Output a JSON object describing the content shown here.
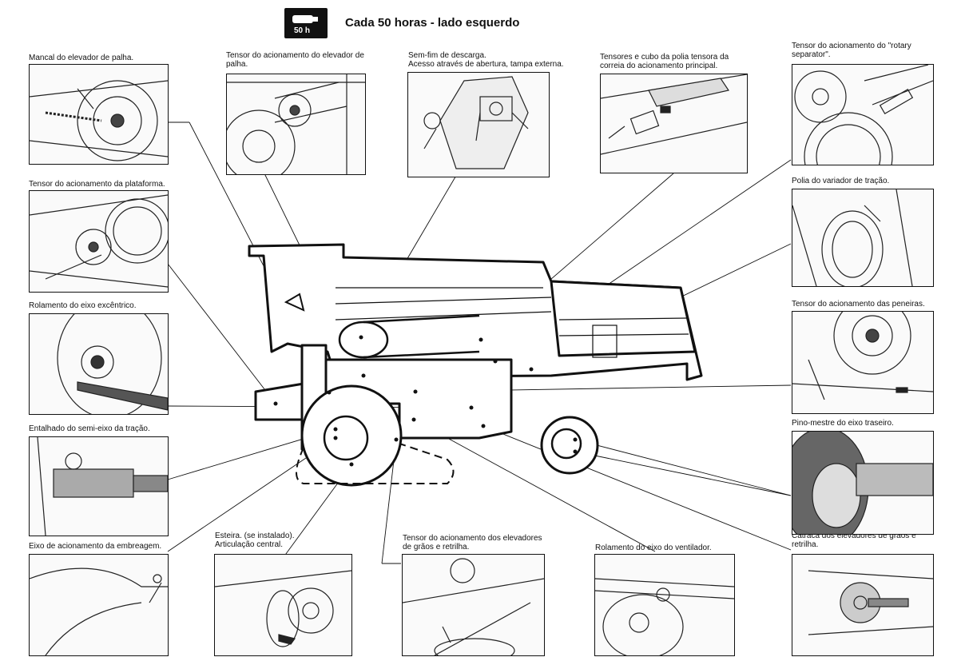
{
  "header": {
    "title": "Cada 50 horas - lado esquerdo",
    "badge_text": "50 h"
  },
  "panels": [
    {
      "id": "mancal",
      "label": "Mancal do elevador de palha."
    },
    {
      "id": "tensor_elev_palha",
      "label": "Tensor do acionamento do elevador de palha."
    },
    {
      "id": "sem_fim",
      "label": "Sem-fim de descarga.\nAcesso através de abertura, tampa externa."
    },
    {
      "id": "tensores_cubo",
      "label": "Tensores e cubo da polia tensora da correia do acionamento principal."
    },
    {
      "id": "rotary",
      "label": "Tensor do acionamento do \"rotary separator\"."
    },
    {
      "id": "plataforma",
      "label": "Tensor do acionamento da plataforma."
    },
    {
      "id": "variador",
      "label": "Polia do variador de tração."
    },
    {
      "id": "excentrico",
      "label": "Rolamento do eixo excêntrico."
    },
    {
      "id": "peneiras",
      "label": "Tensor do acionamento das peneiras."
    },
    {
      "id": "entalhado",
      "label": "Entalhado do semi-eixo da tração."
    },
    {
      "id": "pino_mestre",
      "label": "Pino-mestre do eixo traseiro."
    },
    {
      "id": "embreagem",
      "label": "Eixo de acionamento da embreagem."
    },
    {
      "id": "esteira",
      "label": "Esteira. (se instalado).\nArticulação central."
    },
    {
      "id": "tensor_graos",
      "label": "Tensor do acionamento dos elevadores de grãos e retrilha."
    },
    {
      "id": "ventilador",
      "label": "Rolamento do eixo do ventilador."
    },
    {
      "id": "catraca",
      "label": "Catraca dos elevadores de grãos e retrilha."
    }
  ]
}
